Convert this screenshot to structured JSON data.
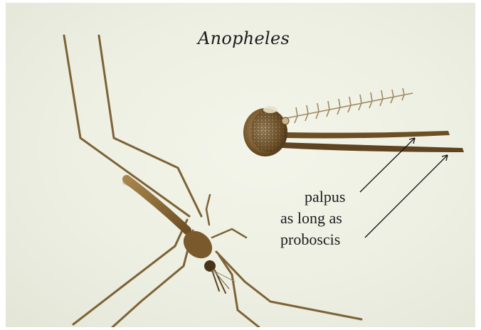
{
  "title": "Anopheles",
  "labels": {
    "line1": "palpus",
    "line2": "as long as",
    "line3": "proboscis"
  },
  "colors": {
    "background": "#eceee1",
    "insect_body": "#8a6a3a",
    "insect_dark": "#4a3418",
    "text": "#1c1c1c"
  }
}
